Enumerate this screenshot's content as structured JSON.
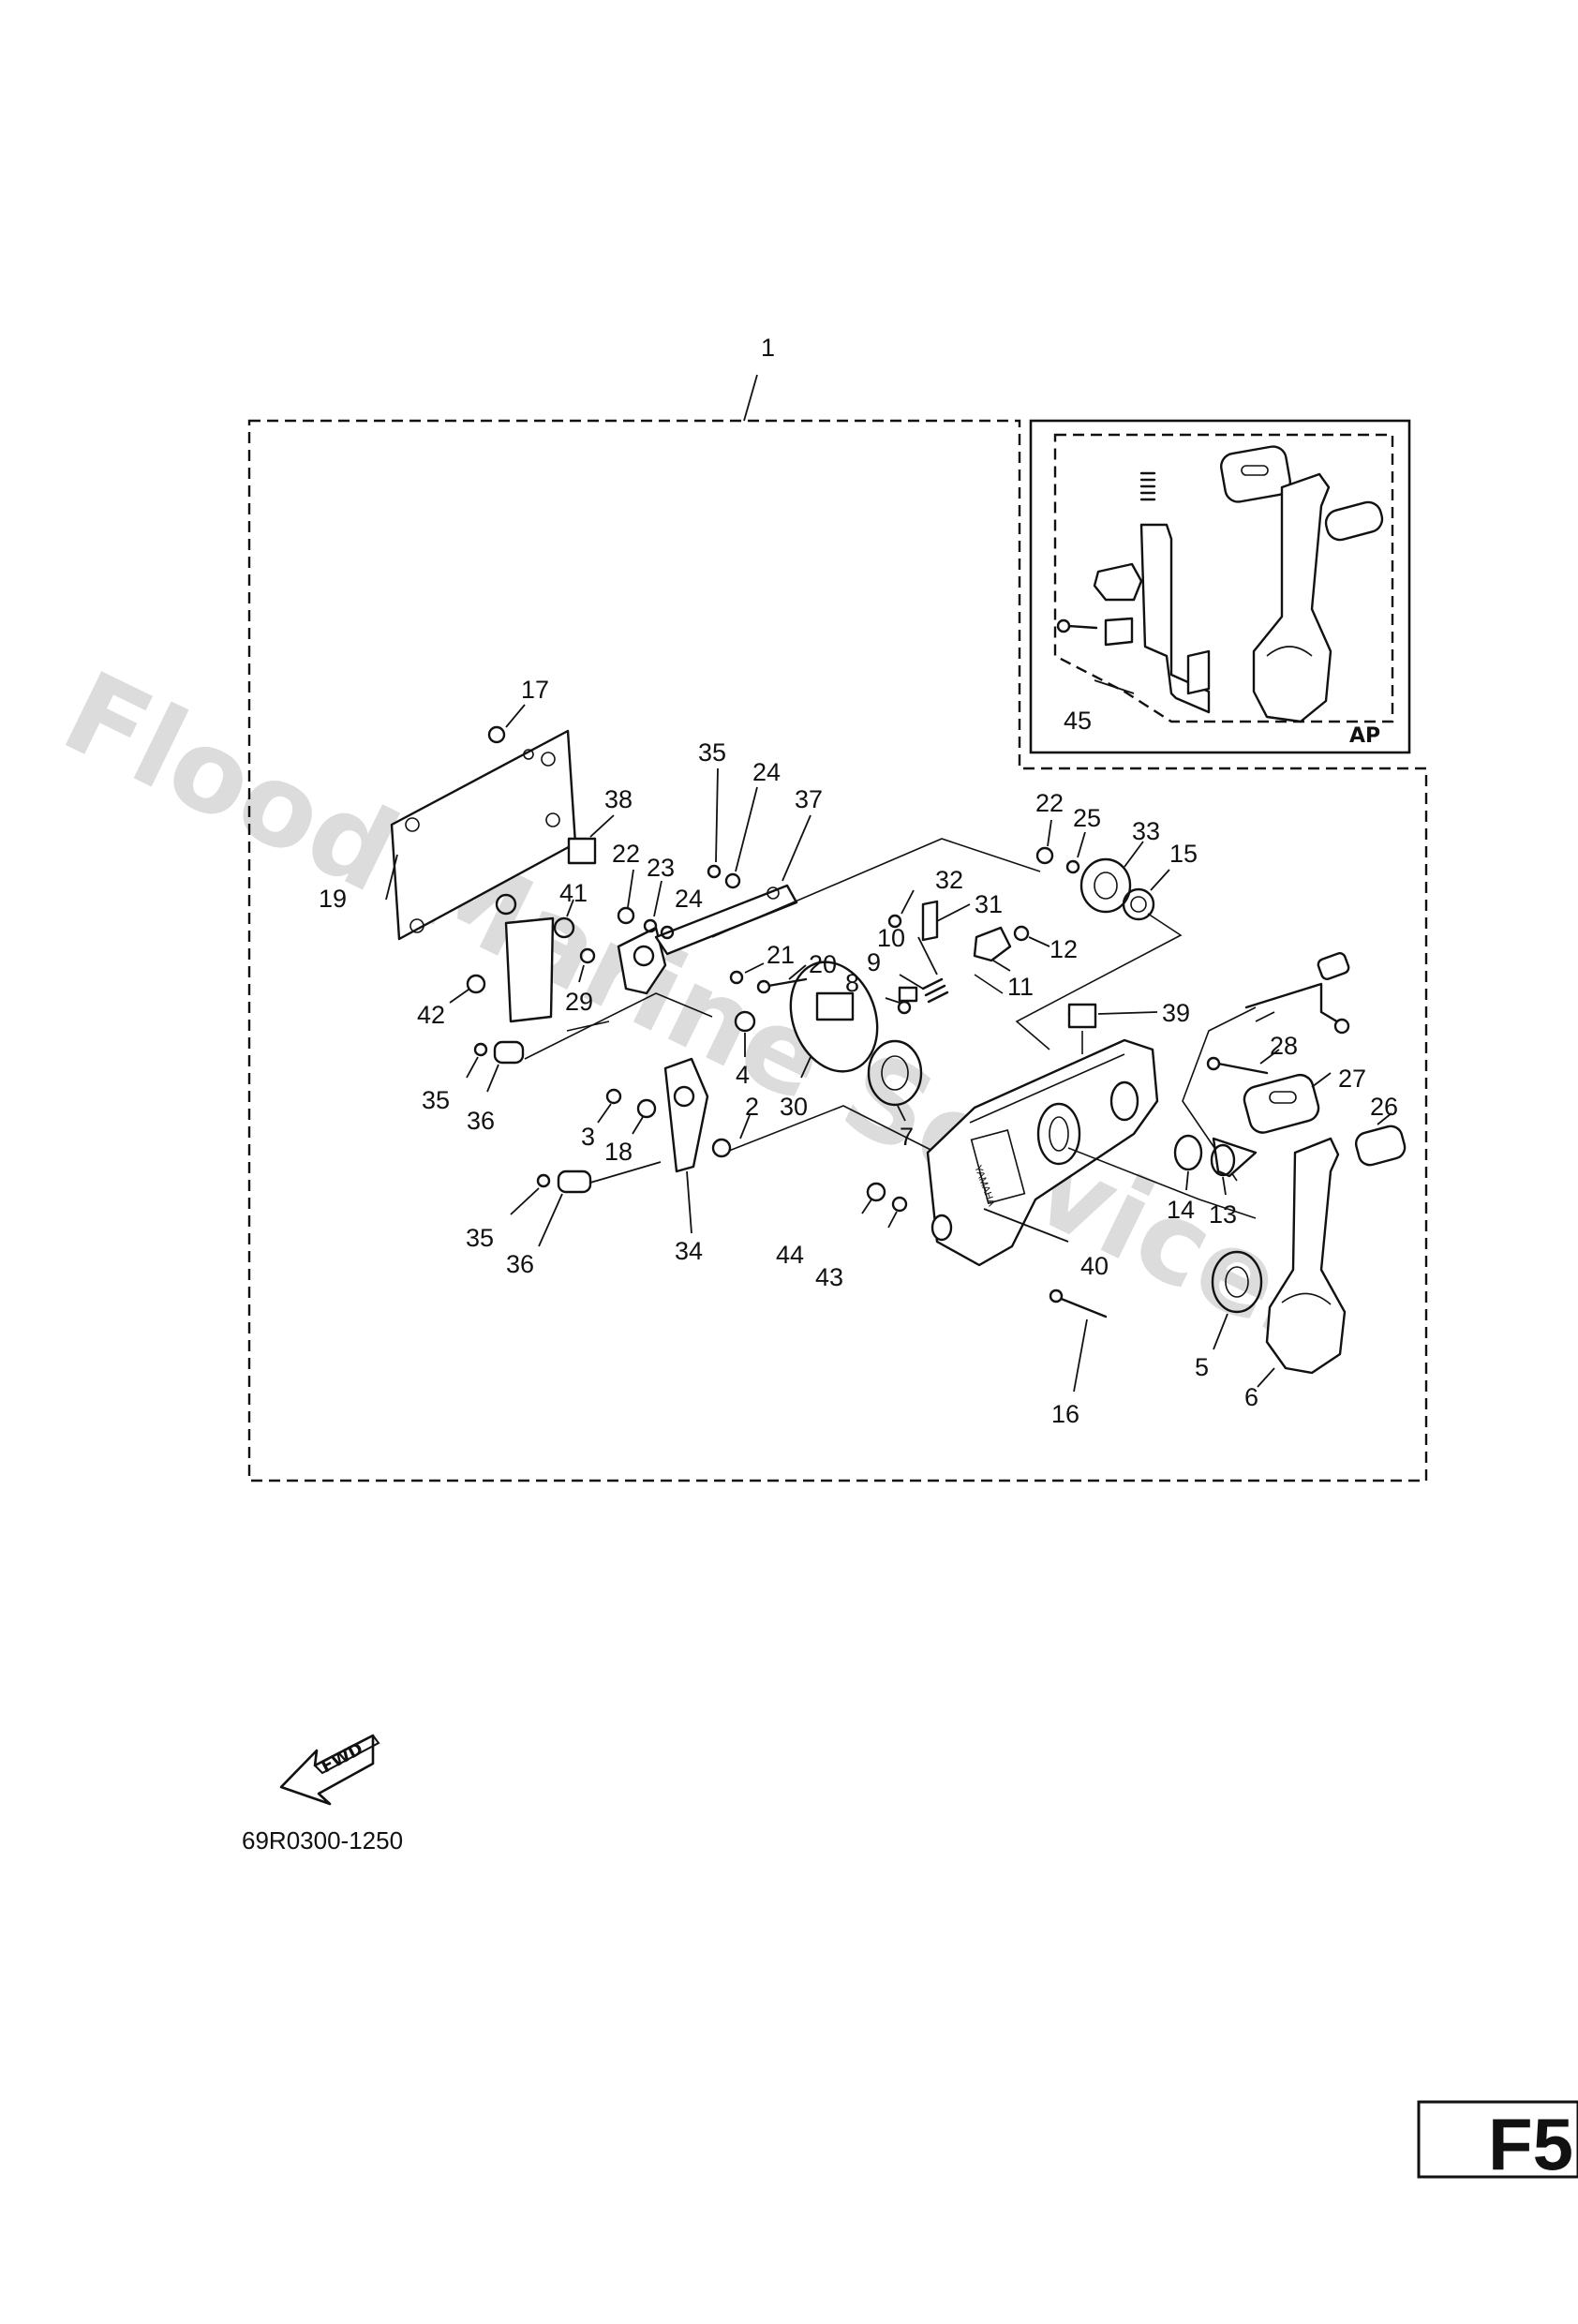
{
  "watermark": "Flood Marine Services",
  "inset_tag": "AP",
  "fwd_label": "FWD",
  "part_code": "69R0300-1250",
  "figure_tag": "F5",
  "brand_mark": "YAMAHA",
  "callouts": {
    "c1": "1",
    "c2": "2",
    "c3": "3",
    "c4": "4",
    "c5": "5",
    "c6": "6",
    "c7": "7",
    "c8": "8",
    "c9": "9",
    "c10": "10",
    "c11": "11",
    "c12": "12",
    "c13": "13",
    "c14": "14",
    "c15": "15",
    "c16": "16",
    "c17": "17",
    "c18": "18",
    "c19": "19",
    "c20": "20",
    "c21": "21",
    "c22a": "22",
    "c22b": "22",
    "c23": "23",
    "c24a": "24",
    "c24b": "24",
    "c25": "25",
    "c26": "26",
    "c27": "27",
    "c28": "28",
    "c29": "29",
    "c30": "30",
    "c31": "31",
    "c32": "32",
    "c33": "33",
    "c34": "34",
    "c35a": "35",
    "c35b": "35",
    "c35c": "35",
    "c36a": "36",
    "c36b": "36",
    "c37": "37",
    "c38": "38",
    "c39": "39",
    "c40": "40",
    "c41": "41",
    "c42": "42",
    "c43": "43",
    "c44": "44",
    "c45": "45"
  }
}
